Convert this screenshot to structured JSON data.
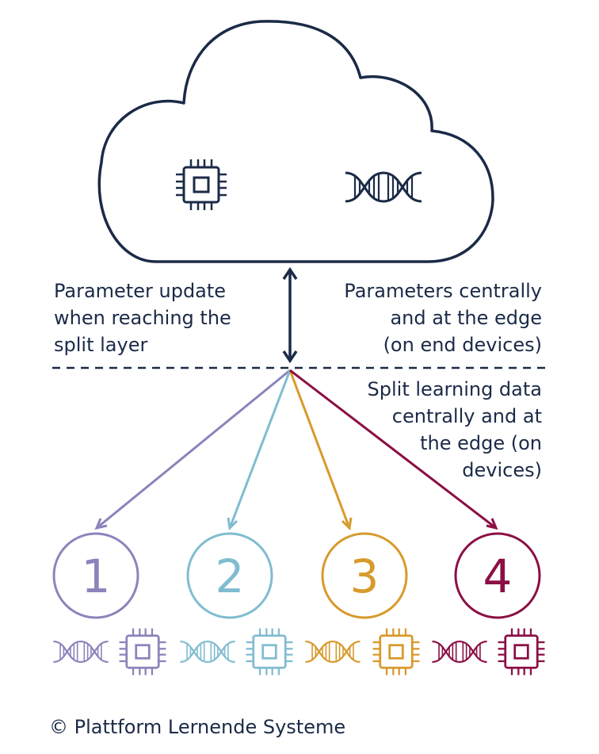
{
  "colors": {
    "navy": "#1b2a47",
    "purple": "#8b84bb",
    "teal": "#80bcd0",
    "orange": "#d79a2c",
    "burgundy": "#8b0f45"
  },
  "cloud": {
    "icons": [
      "chip-icon",
      "dna-icon"
    ]
  },
  "labels": {
    "parameter_update": [
      "Parameter update",
      "when reaching the",
      "split layer"
    ],
    "parameters_central": [
      "Parameters centrally",
      "and at the edge",
      "(on end devices)"
    ],
    "split_learning": [
      "Split learning data",
      "centrally and at",
      "the edge (on",
      "devices)"
    ]
  },
  "nodes": [
    {
      "number": "1",
      "color": "#8b84bb",
      "icons": [
        "dna-icon",
        "chip-icon"
      ]
    },
    {
      "number": "2",
      "color": "#80bcd0",
      "icons": [
        "dna-icon",
        "chip-icon"
      ]
    },
    {
      "number": "3",
      "color": "#d79a2c",
      "icons": [
        "dna-icon",
        "chip-icon"
      ]
    },
    {
      "number": "4",
      "color": "#8b0f45",
      "icons": [
        "dna-icon",
        "chip-icon"
      ]
    }
  ],
  "footer": {
    "copyright": "© Plattform Lernende Systeme"
  }
}
